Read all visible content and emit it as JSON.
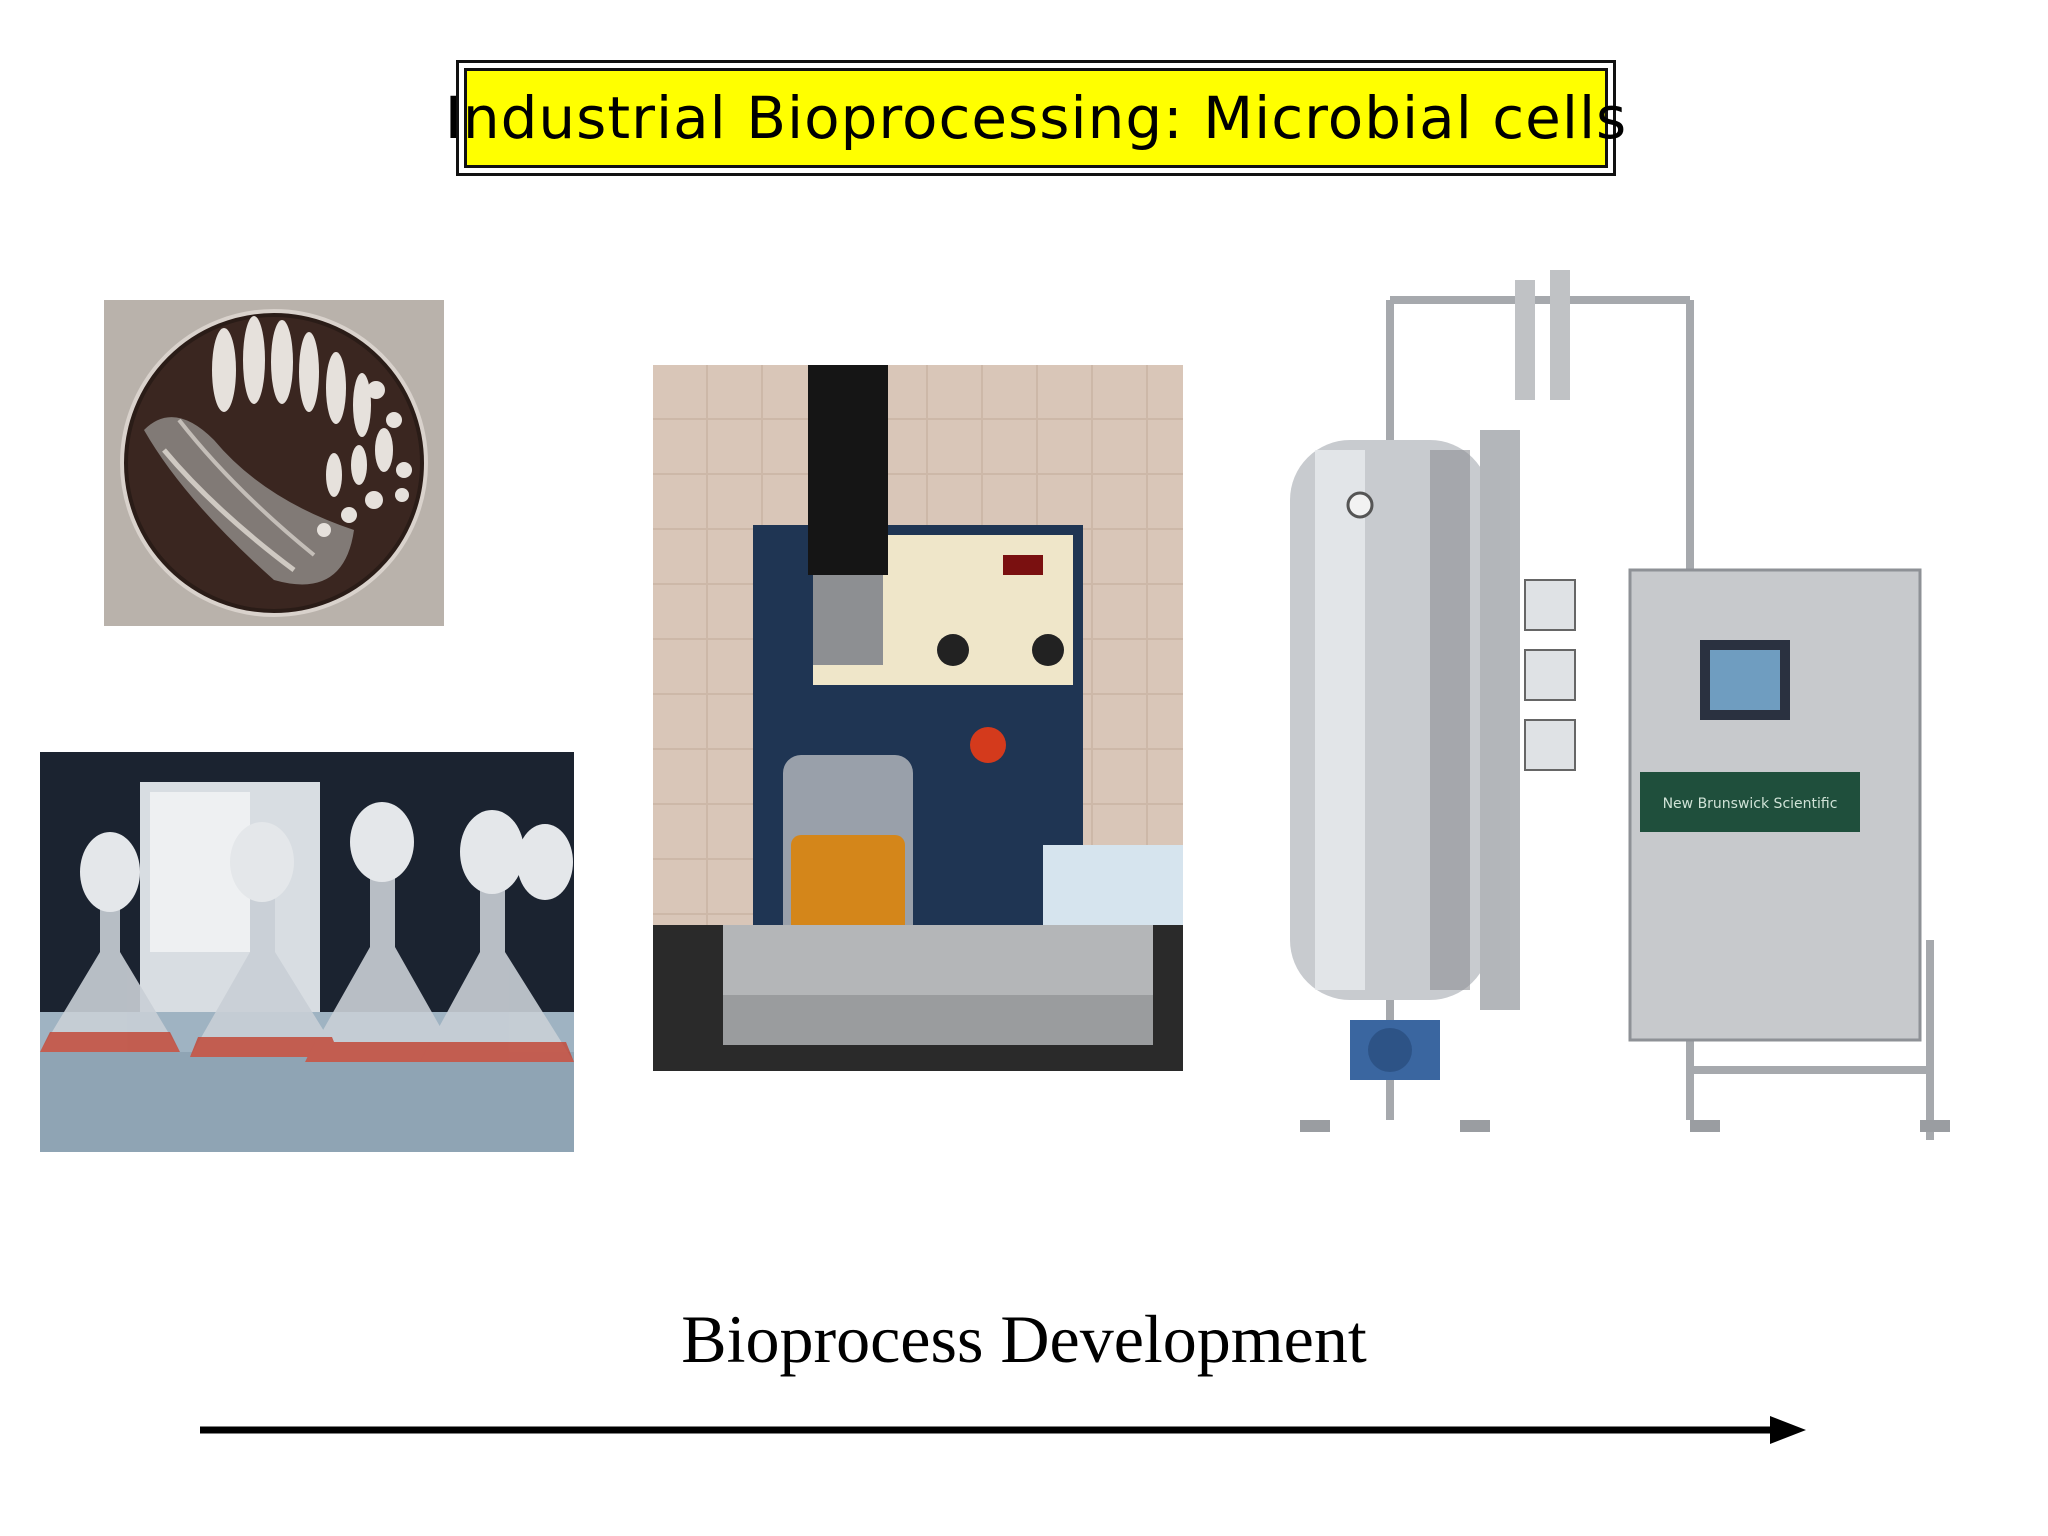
{
  "slide": {
    "title": "Industrial Bioprocessing: Microbial cells",
    "subtitle": "Bioprocess Development"
  },
  "images": {
    "petri_dish": "petri-dish-colonies",
    "shake_flasks": "shake-flasks",
    "benchtop_bioreactor": "benchtop-bioreactor",
    "industrial_fermenter": "industrial-fermenter",
    "fermenter_panel_brand": "New Brunswick Scientific"
  },
  "colors": {
    "title_background": "#ffff00",
    "arrow": "#000000"
  }
}
